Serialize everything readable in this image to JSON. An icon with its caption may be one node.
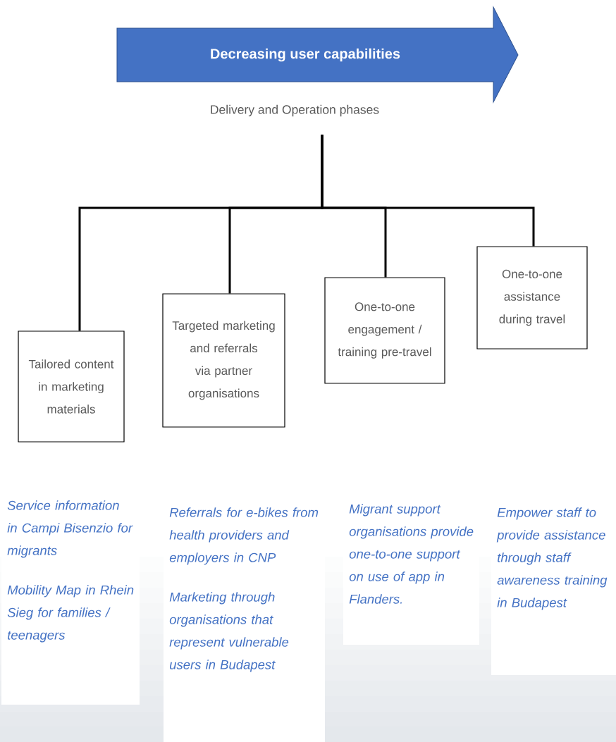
{
  "diagram": {
    "nodes": [
      {
        "text": [
          "Decreasing user capabilities"
        ]
      },
      {
        "text": [
          "Delivery and Operation phases"
        ]
      },
      {
        "text": [
          "Tailored content in marketing materials"
        ]
      },
      {
        "text": [
          "Targeted marketing and referrals via partner organisations"
        ]
      },
      {
        "text": [
          "One-to-one engagement / training pre-travel"
        ]
      },
      {
        "text": [
          "One-to-one assistance during travel"
        ]
      },
      {
        "text": [
          "Service information in Campi Bisenzio for migrants",
          "Mobility Map in Rhein Sieg for families / teenagers"
        ]
      },
      {
        "text": [
          "Referrals for e-bikes from health providers and employers in CNP",
          "Marketing through organisations that represent vulnerable users in Budapest"
        ]
      },
      {
        "text": [
          "Migrant support organisations provide one-to-one support on use of app in Flanders."
        ]
      },
      {
        "text": [
          "Empower staff to provide assistance through staff awareness training in Budapest"
        ]
      }
    ],
    "edges": [
      {
        "from": 1,
        "to": 2,
        "arrow": "none"
      },
      {
        "from": 1,
        "to": 3,
        "arrow": "none"
      },
      {
        "from": 1,
        "to": 4,
        "arrow": "none"
      },
      {
        "from": 1,
        "to": 5,
        "arrow": "none"
      }
    ]
  }
}
